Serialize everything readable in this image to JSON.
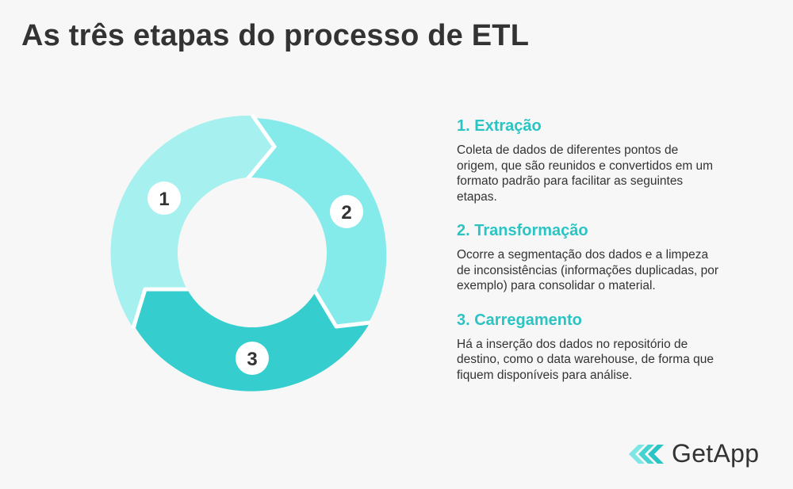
{
  "header": {
    "title": "As três etapas do processo de ETL"
  },
  "colors": {
    "segment_1": "#a6f0f0",
    "segment_2": "#85eaea",
    "segment_3": "#35cdcd",
    "heading": "#2bc4c4",
    "text": "#333333"
  },
  "cycle": {
    "badges": [
      {
        "number": "1"
      },
      {
        "number": "2"
      },
      {
        "number": "3"
      }
    ]
  },
  "steps": [
    {
      "heading": "1. Extração",
      "text": "Coleta de dados de diferentes pontos de origem, que são reunidos e convertidos em um formato padrão para facilitar as seguintes etapas."
    },
    {
      "heading": "2. Transformação",
      "text": "Ocorre a segmentação dos dados e a limpeza de inconsistências (informações duplicadas, por exemplo) para consolidar o material."
    },
    {
      "heading": "3. Carregamento",
      "text": "Há a inserção dos dados no repositório de destino, como o data warehouse, de forma que fiquem disponíveis para análise."
    }
  ],
  "logo": {
    "text": "GetApp",
    "icon": "getapp-chevrons-icon"
  }
}
